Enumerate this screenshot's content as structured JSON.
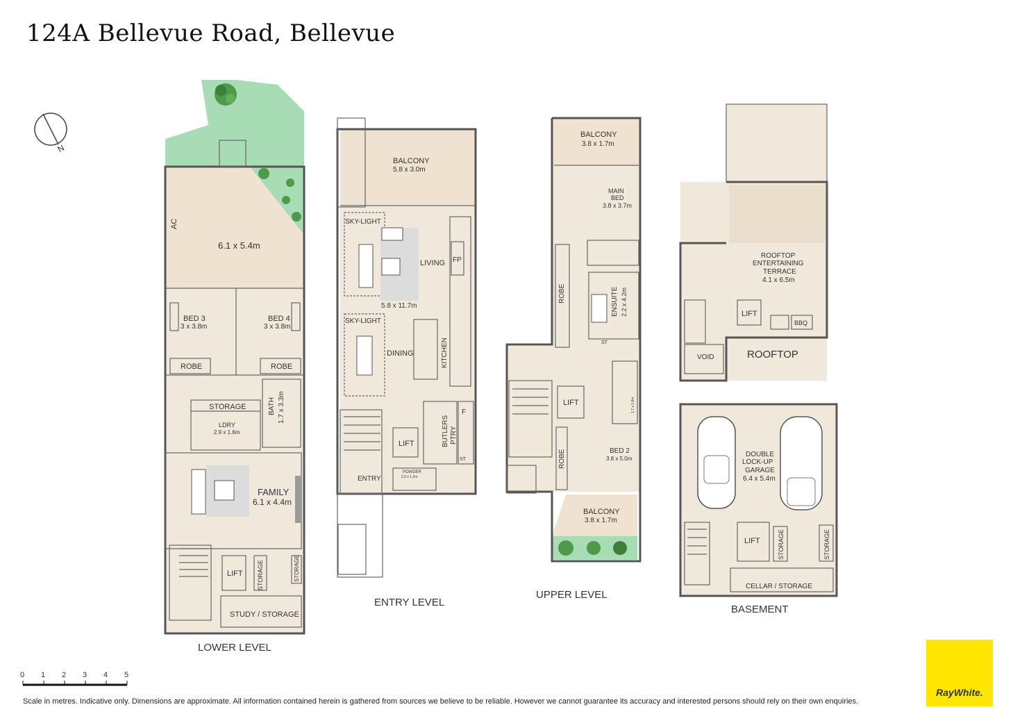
{
  "title": "124A Bellevue Road, Bellevue",
  "levels": {
    "lower": "LOWER LEVEL",
    "entry": "ENTRY LEVEL",
    "upper": "UPPER LEVEL",
    "rooftop": "ROOFTOP",
    "basement": "BASEMENT"
  },
  "rooms": {
    "lower_deck": "6.1 x 5.4m",
    "ac": "AC",
    "bed3": "BED 3",
    "bed3_dim": "3 x 3.8m",
    "bed4": "BED 4",
    "bed4_dim": "3 x 3.8m",
    "robe": "ROBE",
    "storage": "STORAGE",
    "ldry": "LDRY",
    "ldry_dim": "2.9 x 1.6m",
    "bath": "BATH",
    "bath_dim": "1.7 x 3.3m",
    "family": "FAMILY",
    "family_dim": "6.1 x 4.4m",
    "lift": "LIFT",
    "study": "STUDY / STORAGE",
    "balcony": "BALCONY",
    "entry_balcony_dim": "5.8 x 3.0m",
    "skylight": "SKY-LIGHT",
    "living": "LIVING",
    "fp": "FP",
    "living_dim": "5.8 x 11.7m",
    "dining": "DINING",
    "kitchen": "KITCHEN",
    "butlers": "BUTLERS",
    "ptry": "PTRY",
    "f": "F",
    "st": "ST",
    "entry": "ENTRY",
    "powder": "POWDER",
    "powder_dim": "2.0 x 1.2m",
    "upper_balcony_dim": "3.8 x 1.7m",
    "main_bed": "MAIN",
    "main_bed2": "BED",
    "main_bed_dim": "3.8 x 3.7m",
    "ensuite": "ENSUITE",
    "ensuite_dim": "2.2 x 4.2m",
    "bed2": "BED 2",
    "bed2_dim": "3.8 x 5.0m",
    "bath2_dim": "1.7 x 1.8m",
    "rooftop_line1": "ROOFTOP",
    "rooftop_line2": "ENTERTAINING",
    "rooftop_line3": "TERRACE",
    "rooftop_dim": "4.1 x 6.5m",
    "bbq": "BBQ",
    "void": "VOID",
    "garage1": "DOUBLE",
    "garage2": "LOCK-UP",
    "garage3": "GARAGE",
    "garage_dim": "6.4 x 5.4m",
    "cellar": "CELLAR / STORAGE"
  },
  "scale": {
    "ticks": [
      "0",
      "1",
      "2",
      "3",
      "4",
      "5"
    ]
  },
  "compass": "N",
  "disclaimer": "Scale in metres. Indicative only. Dimensions are approximate. All information contained herein is gathered from sources we believe to be reliable. However we cannot guarantee its accuracy and interested persons should rely on their own enquiries.",
  "logo": "RayWhite.",
  "colors": {
    "room": "#f1e8dc",
    "garden": "#a8dcb4",
    "brand": "#ffe600"
  }
}
